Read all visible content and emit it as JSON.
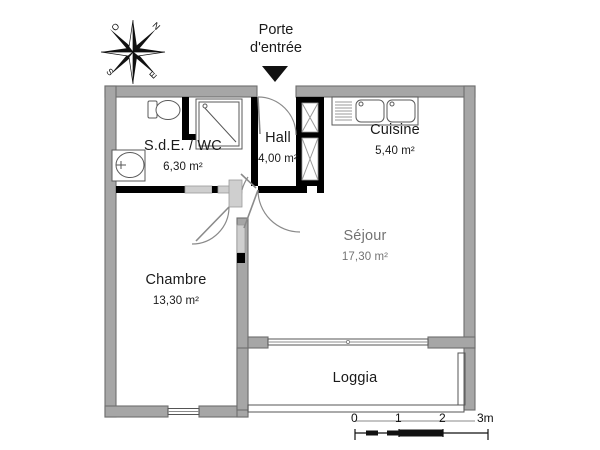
{
  "plan": {
    "title_block": {
      "entry_label_line1": "Porte",
      "entry_label_line2": "d'entrée",
      "entry_arrow_icon": "down-arrow-icon"
    },
    "compass": {
      "icon": "compass-rose-icon",
      "north": "N",
      "west": "O",
      "south": "S",
      "east": "E"
    },
    "rooms": [
      {
        "id": "sdb",
        "name": "S.d.E. / WC",
        "area": "6,30 m²"
      },
      {
        "id": "hall",
        "name": "Hall",
        "area": "4,00 m²"
      },
      {
        "id": "cuisine",
        "name": "Cuisine",
        "area": "5,40 m²"
      },
      {
        "id": "sejour",
        "name": "Séjour",
        "area": "17,30 m²"
      },
      {
        "id": "chambre",
        "name": "Chambre",
        "area": "13,30 m²"
      },
      {
        "id": "loggia",
        "name": "Loggia",
        "area": ""
      }
    ],
    "fixtures": [
      {
        "name": "toilet-fixture",
        "room": "sdb"
      },
      {
        "name": "shower-fixture",
        "room": "sdb"
      },
      {
        "name": "washbasin-fixture",
        "room": "sdb"
      },
      {
        "name": "kitchen-sink-fixture",
        "room": "cuisine"
      },
      {
        "name": "closet-fixture",
        "room": "hall"
      },
      {
        "name": "closet-fixture",
        "room": "hall"
      }
    ],
    "scale_bar": {
      "ticks": [
        "0",
        "1",
        "2",
        "3m"
      ]
    },
    "colors": {
      "wall_fill": "#a6a6a6",
      "wall_stroke": "#6e6e6e",
      "partition": "#000000",
      "text": "#1a1a1a",
      "background": "#ffffff"
    }
  }
}
